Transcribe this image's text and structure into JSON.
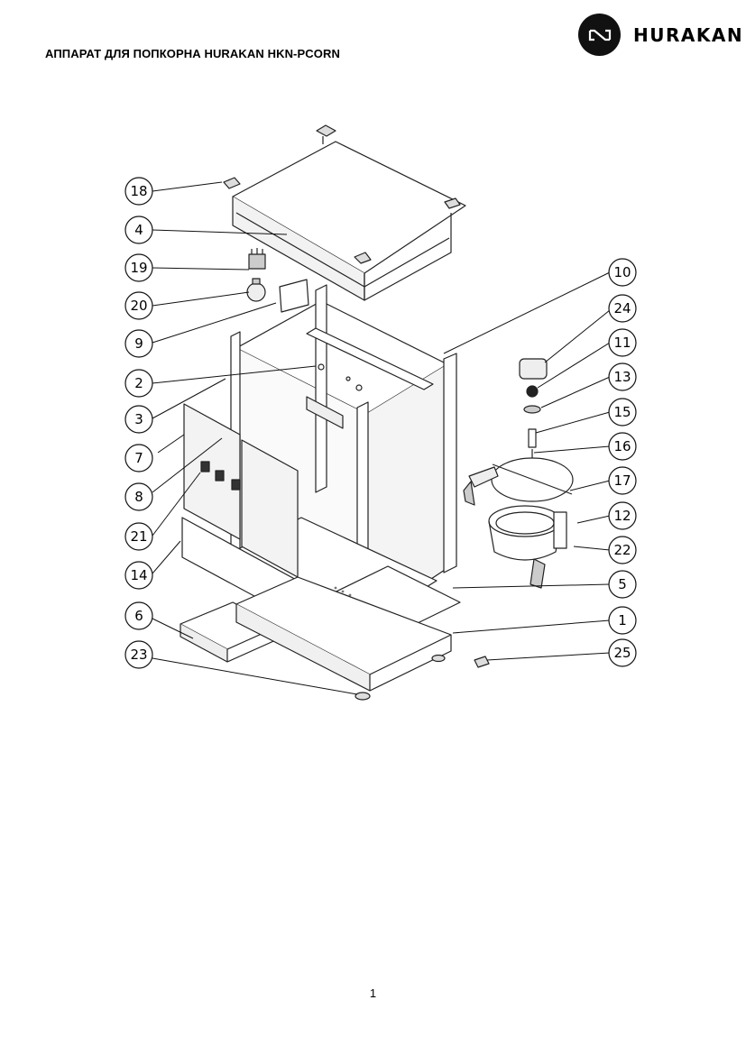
{
  "header": {
    "title": "АППАРАТ ДЛЯ ПОПКОРНА HURAKAN HKN-PCORN",
    "brand": "HURAKAN",
    "logo_icon": "hurakan-logo-icon"
  },
  "diagram": {
    "callouts": [
      "18",
      "4",
      "19",
      "20",
      "9",
      "2",
      "3",
      "7",
      "8",
      "21",
      "14",
      "6",
      "23",
      "10",
      "24",
      "11",
      "13",
      "15",
      "16",
      "17",
      "12",
      "22",
      "5",
      "1",
      "25"
    ]
  },
  "footer": {
    "page_number": "1"
  }
}
